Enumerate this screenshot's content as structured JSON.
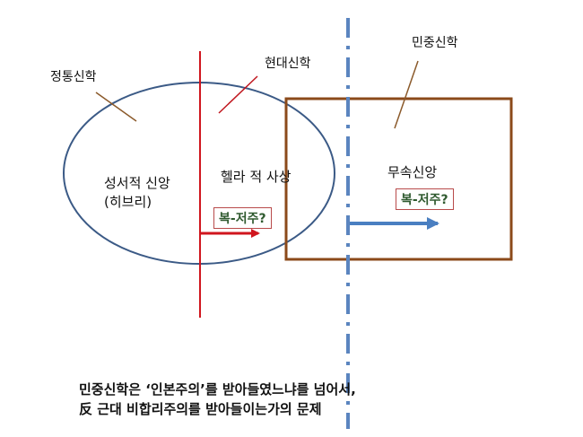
{
  "labels": {
    "orthodox": "정통신학",
    "modern": "현대신학",
    "minjung": "민중신학",
    "biblical_faith": "성서적 신앙",
    "hebrew": "(히브리)",
    "hellenistic": "헬라 적 사상",
    "shamanism": "무속신앙",
    "blessing_curse_left": "복-저주?",
    "blessing_curse_right": "복-저주?"
  },
  "caption": {
    "line1": "민중신학은 ‘인본주의’를 받아들였느냐를 넘어서,",
    "line2": "反 근대 비합리주의를 받아들이는가의 문제"
  },
  "colors": {
    "ellipse": "#3b5a86",
    "red_line": "#d0161e",
    "blue_dashdot": "#5b85bf",
    "brown": "#8b4a1a",
    "pointer_brown": "#8b5a2b",
    "blue_arrow": "#4a7fc1"
  }
}
